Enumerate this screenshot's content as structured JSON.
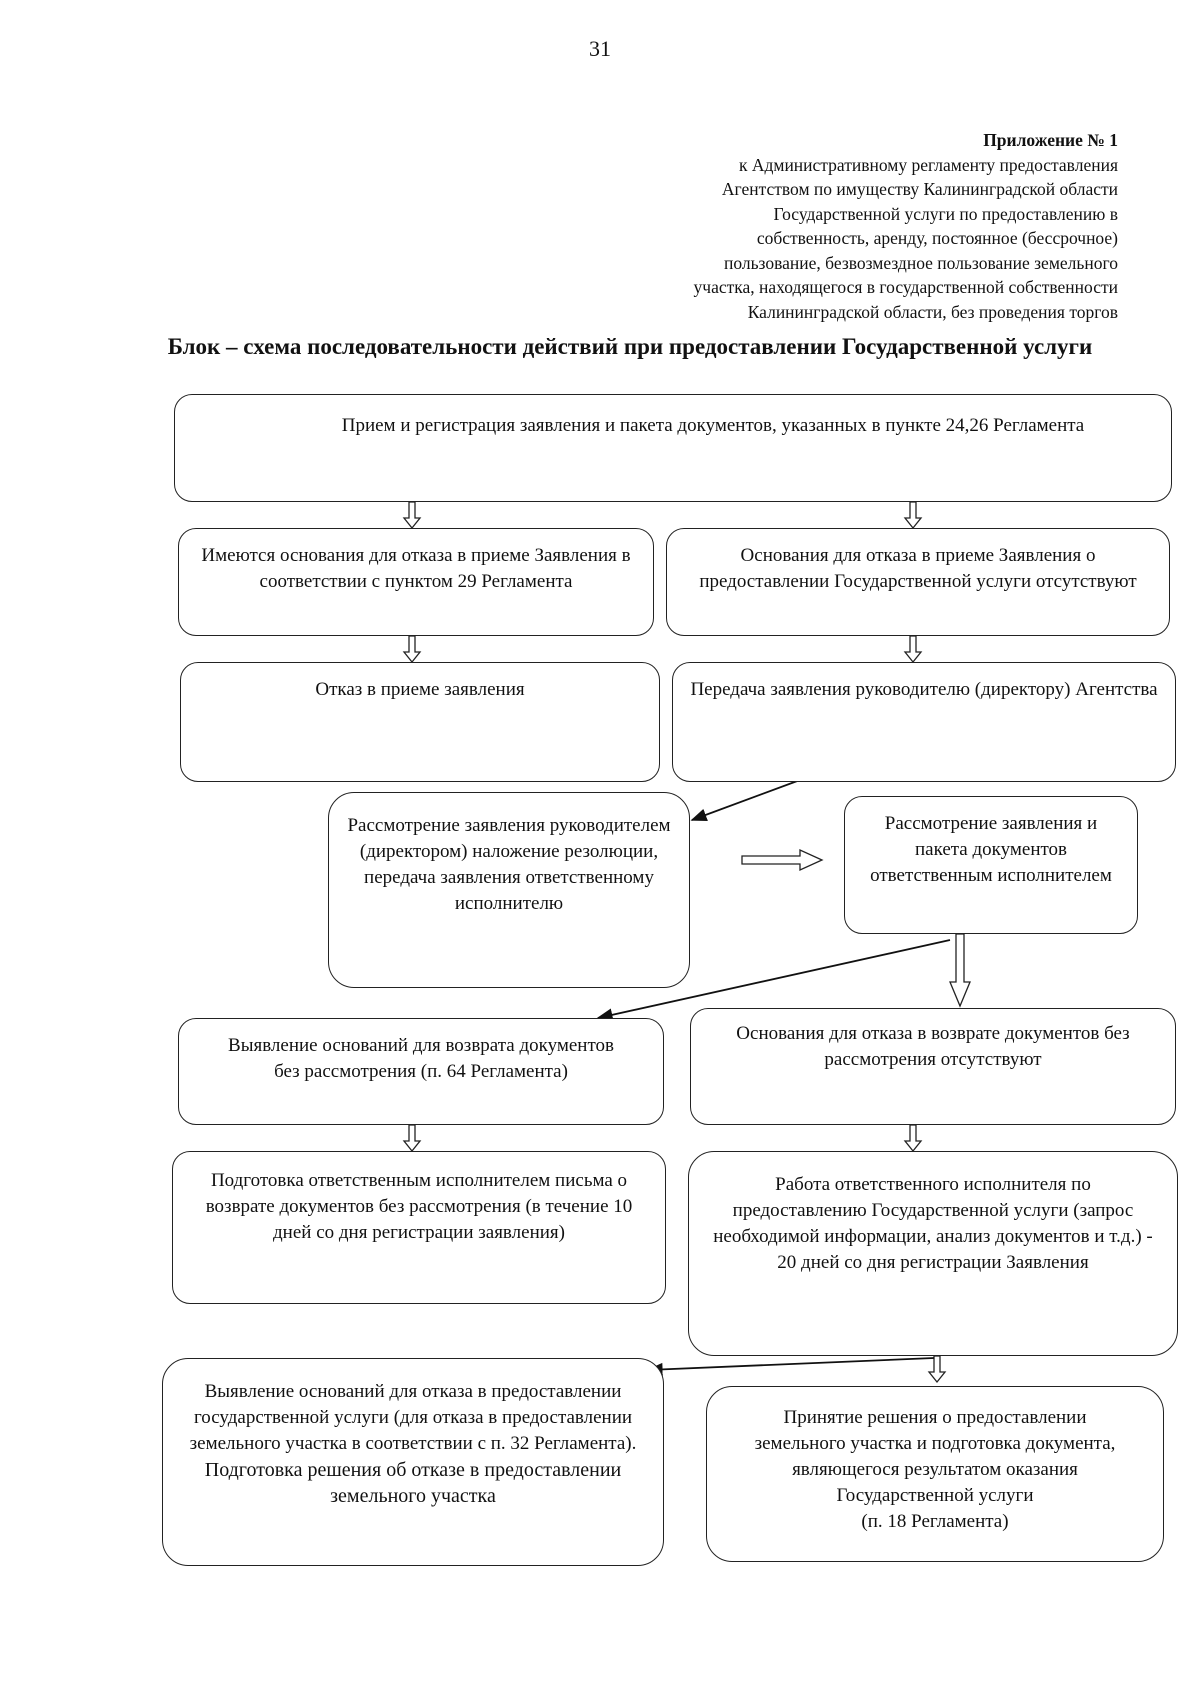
{
  "page_number": "31",
  "appendix": {
    "heading": "Приложение № 1",
    "lines": [
      "к Административному регламенту предоставления",
      "Агентством по имуществу Калининградской области",
      "Государственной услуги по предоставлению в",
      "собственность, аренду, постоянное (бессрочное)",
      "пользование, безвозмездное пользование земельного",
      "участка, находящегося в государственной собственности",
      "Калининградской области, без проведения торгов"
    ]
  },
  "title": "Блок – схема последовательности действий при предоставлении Государственной услуги",
  "steps": {
    "intake": "Прием и регистрация заявления и пакета документов, указанных в пункте 24,26 Регламента",
    "refusal_grounds": "Имеются основания для отказа в приеме Заявления в соответствии с пунктом 29 Регламента",
    "no_refusal_grounds": "Основания для отказа в приеме Заявления о предоставлении Государственной услуги отсутствуют",
    "refusal": "Отказ в приеме заявления",
    "transfer_to_director": "Передача заявления руководителю (директору) Агентства",
    "director_review": "Рассмотрение заявления руководителем (директором) наложение резолюции, передача заявления ответственному исполнителю",
    "executor_review": "Рассмотрение  заявления и пакета документов ответственным исполнителем",
    "return_grounds": "Выявление оснований для возврата документов без рассмотрения (п. 64 Регламента)",
    "no_return_grounds": "Основания для отказа в возврате документов без рассмотрения отсутствуют",
    "return_letter": "Подготовка ответственным исполнителем письма о возврате документов без рассмотрения (в течение 10 дней со дня регистрации заявления)",
    "executor_work": "Работа ответственного исполнителя по предоставлению Государственной услуги (запрос необходимой информации, анализ документов и т.д.) - 20 дней со дня регистрации Заявления",
    "denial_grounds_line1": "Выявление оснований для отказа в предоставлении государственной услуги (для отказа в предоставлении земельного участка в соответствии с п. 32 Регламента).",
    "denial_grounds_line2": "Подготовка решения об отказе в предоставлении земельного участка",
    "grant_decision_line1": "Принятие решения о предоставлении земельного участка и подготовка документа, являющегося результатом оказания Государственной услуги",
    "grant_decision_line2": "(п. 18 Регламента)"
  }
}
